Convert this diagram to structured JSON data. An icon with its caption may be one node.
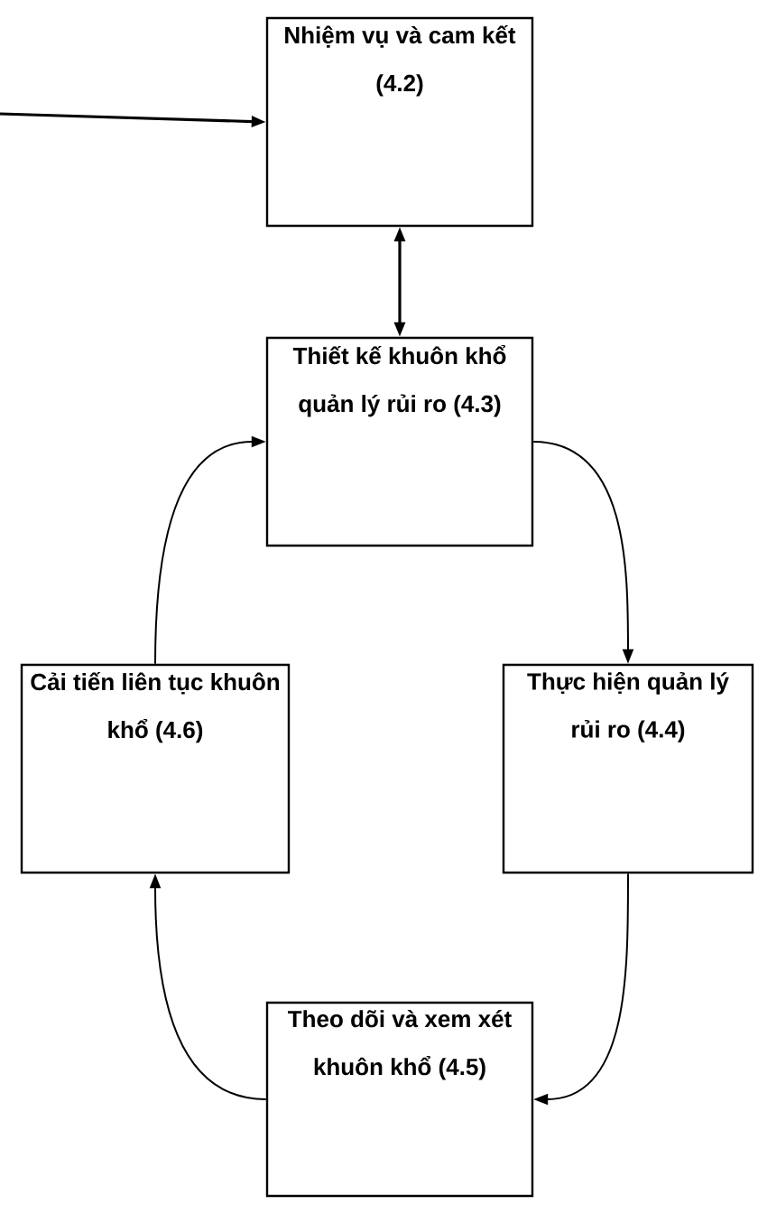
{
  "diagram": {
    "nodes": [
      {
        "text": [
          "Nhiệm vụ và cam kết (4.2)"
        ]
      },
      {
        "text": [
          "Thiết kế khuôn khổ quản lý rủi ro (4.3)"
        ]
      },
      {
        "text": [
          "Cải tiến liên tục khuôn khổ (4.6)"
        ]
      },
      {
        "text": [
          "Thực hiện quản lý rủi ro (4.4)"
        ]
      },
      {
        "text": [
          "Theo dõi và xem xét khuôn khổ (4.5)"
        ]
      }
    ],
    "edges": [
      {
        "from": null,
        "to": 0,
        "arrow": "to"
      },
      {
        "from": 0,
        "to": 1,
        "arrow": "both"
      },
      {
        "from": 1,
        "to": 3,
        "arrow": "to"
      },
      {
        "from": 3,
        "to": 4,
        "arrow": "to"
      },
      {
        "from": 4,
        "to": 2,
        "arrow": "to"
      },
      {
        "from": 2,
        "to": 1,
        "arrow": "to"
      }
    ]
  }
}
